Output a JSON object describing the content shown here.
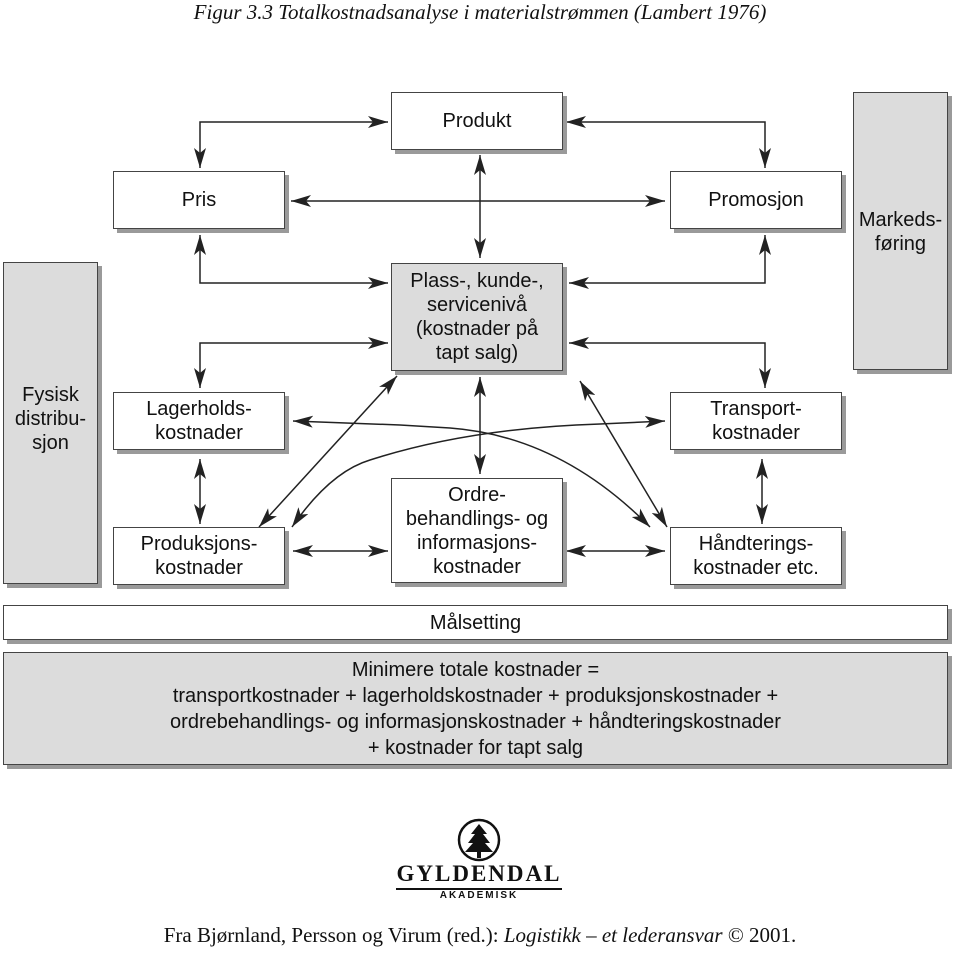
{
  "title": "Figur 3.3 Totalkostnadsanalyse i materialstrømmen (Lambert 1976)",
  "boxes": {
    "produkt": "Produkt",
    "pris": "Pris",
    "promosjon": "Promosjon",
    "markedsforing": "Markeds-\nføring",
    "plass": "Plass-, kunde-,\nservicenivå\n(kostnader på\ntapt salg)",
    "fysisk": "Fysisk\ndistribu-\nsjon",
    "lagerholds": "Lagerholds-\nkostnader",
    "transport": "Transport-\nkostnader",
    "ordre": "Ordre-\nbehandlings- og\ninformasjons-\nkostnader",
    "produksjons": "Produksjons-\nkostnader",
    "handterings": "Håndterings-\nkostnader etc."
  },
  "maalsetting": "Målsetting",
  "formula": "Minimere totale kostnader =\ntransportkostnader + lagerholdskostnader + produksjonskostnader +\nordrebehandlings- og informasjonskostnader + håndteringskostnader\n+ kostnader for tapt salg",
  "logo": {
    "name": "GYLDENDAL",
    "sub": "AKADEMISK"
  },
  "source": {
    "prefix": "Fra Bjørnland, Persson og Virum (red.): ",
    "book": "Logistikk – et lederansvar",
    "suffix": " © 2001."
  },
  "colors": {
    "grey_box": "#dcdcdc",
    "shadow": "#9a9a9a",
    "line": "#222222"
  }
}
